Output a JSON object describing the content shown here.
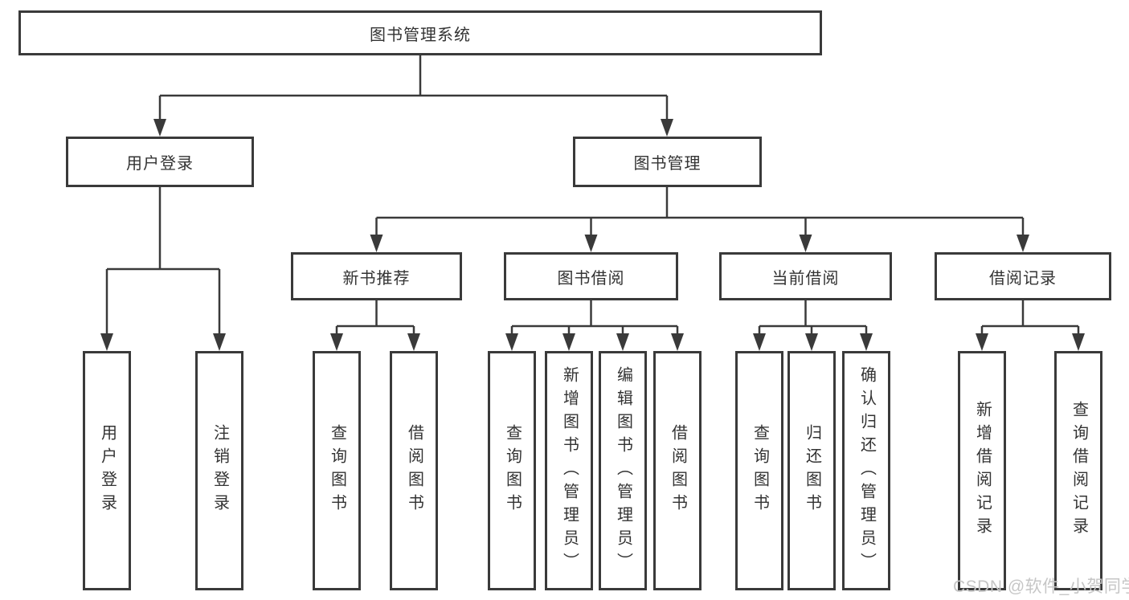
{
  "tree": {
    "root": {
      "label": "图书管理系统",
      "children": [
        {
          "label": "用户登录",
          "children": [
            {
              "label": "用户登录"
            },
            {
              "label": "注销登录"
            }
          ]
        },
        {
          "label": "图书管理",
          "children": [
            {
              "label": "新书推荐",
              "children": [
                {
                  "label": "查询图书"
                },
                {
                  "label": "借阅图书"
                }
              ]
            },
            {
              "label": "图书借阅",
              "children": [
                {
                  "label": "查询图书"
                },
                {
                  "label": "新增图书（管理员）"
                },
                {
                  "label": "编辑图书（管理员）"
                },
                {
                  "label": "借阅图书"
                }
              ]
            },
            {
              "label": "当前借阅",
              "children": [
                {
                  "label": "查询图书"
                },
                {
                  "label": "归还图书"
                },
                {
                  "label": "确认归还（管理员）"
                }
              ]
            },
            {
              "label": "借阅记录",
              "children": [
                {
                  "label": "新增借阅记录"
                },
                {
                  "label": "查询借阅记录"
                }
              ]
            }
          ]
        }
      ]
    }
  },
  "watermark": {
    "text": "CSDN @软件_小贺同学"
  },
  "colors": {
    "line": "#3a3a3a",
    "box_border": "#3a3a3a",
    "text": "#333333",
    "watermark": "#c6c6c6",
    "background": "#ffffff"
  }
}
